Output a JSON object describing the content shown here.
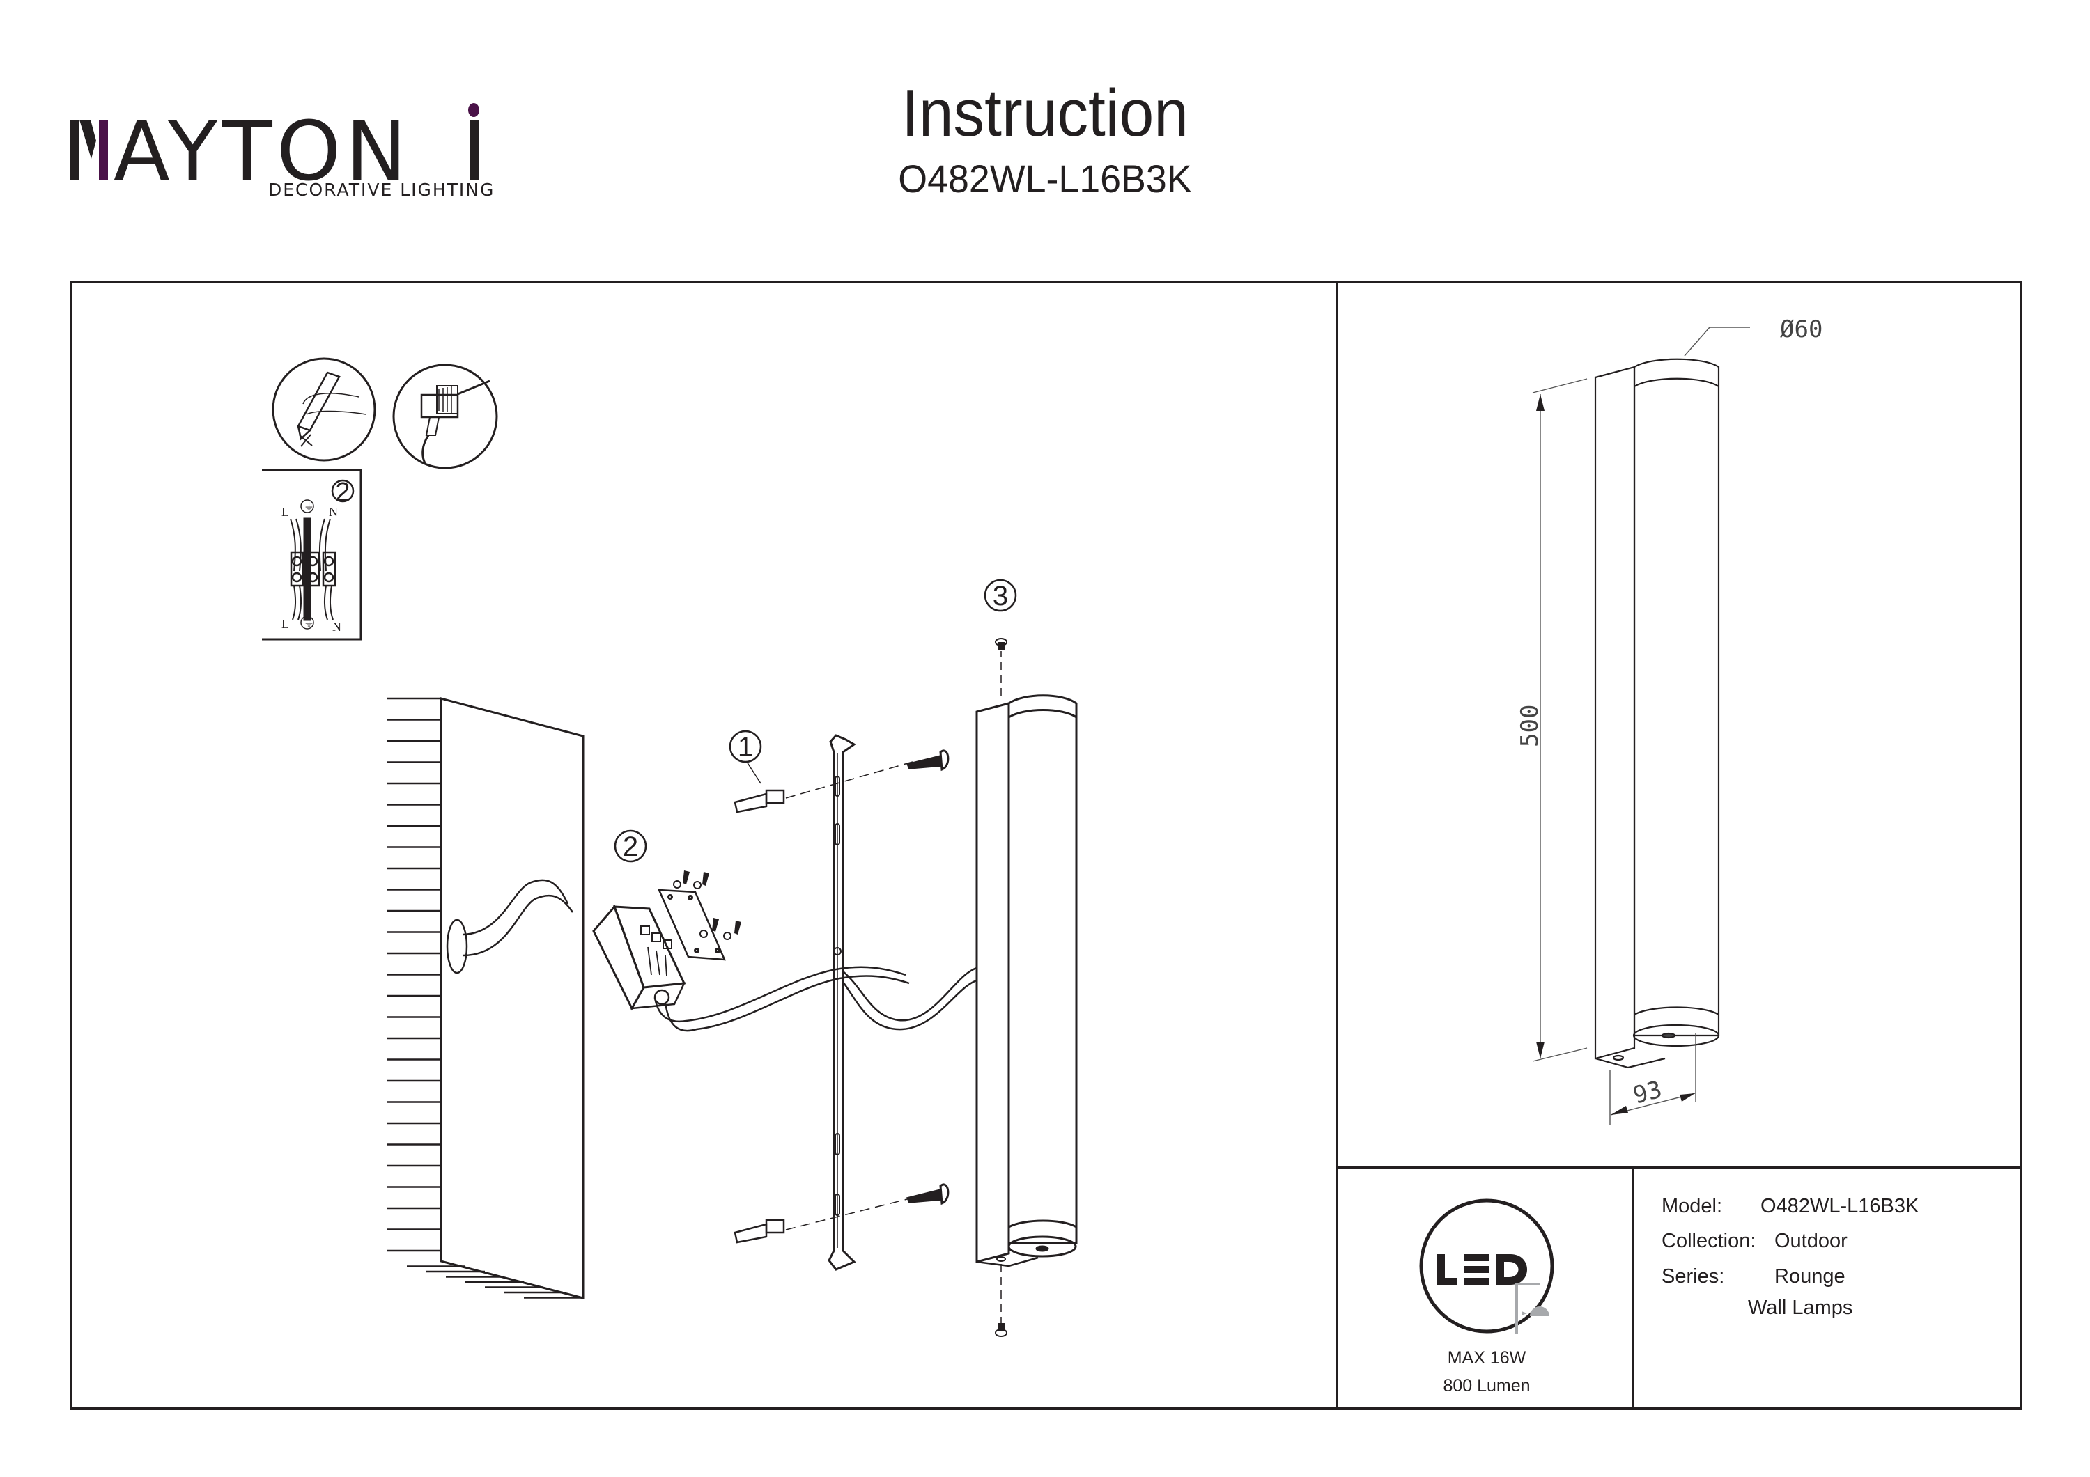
{
  "header": {
    "brand": "MAYTONI",
    "brand_tagline": "DECORATIVE LIGHTING",
    "brand_accent_color": "#4a1248",
    "title": "Instruction",
    "model_code": "O482WL-L16B3K"
  },
  "assembly": {
    "step_markers": [
      "1",
      "2",
      "3"
    ],
    "prep_icons": [
      "mark-drill-position-icon",
      "drill-icon"
    ],
    "wiring_diagram": {
      "step": "2",
      "terminal_labels_top": [
        "L",
        "⏚",
        "N"
      ],
      "terminal_labels_bottom": [
        "L",
        "⏚",
        "N"
      ]
    }
  },
  "dimensions": {
    "diameter": "Ø60",
    "height": "500",
    "depth": "93"
  },
  "led_badge": {
    "label": "LED",
    "max_power": "MAX 16W",
    "luminous_flux": "800 Lumen"
  },
  "specs": {
    "model_label": "Model:",
    "model_value": "O482WL-L16B3K",
    "collection_label": "Collection:",
    "collection_value": "Outdoor",
    "series_label": "Series:",
    "series_value": "Rounge",
    "category_value": "Wall Lamps",
    "category_icon": "wall-lamp-icon"
  }
}
